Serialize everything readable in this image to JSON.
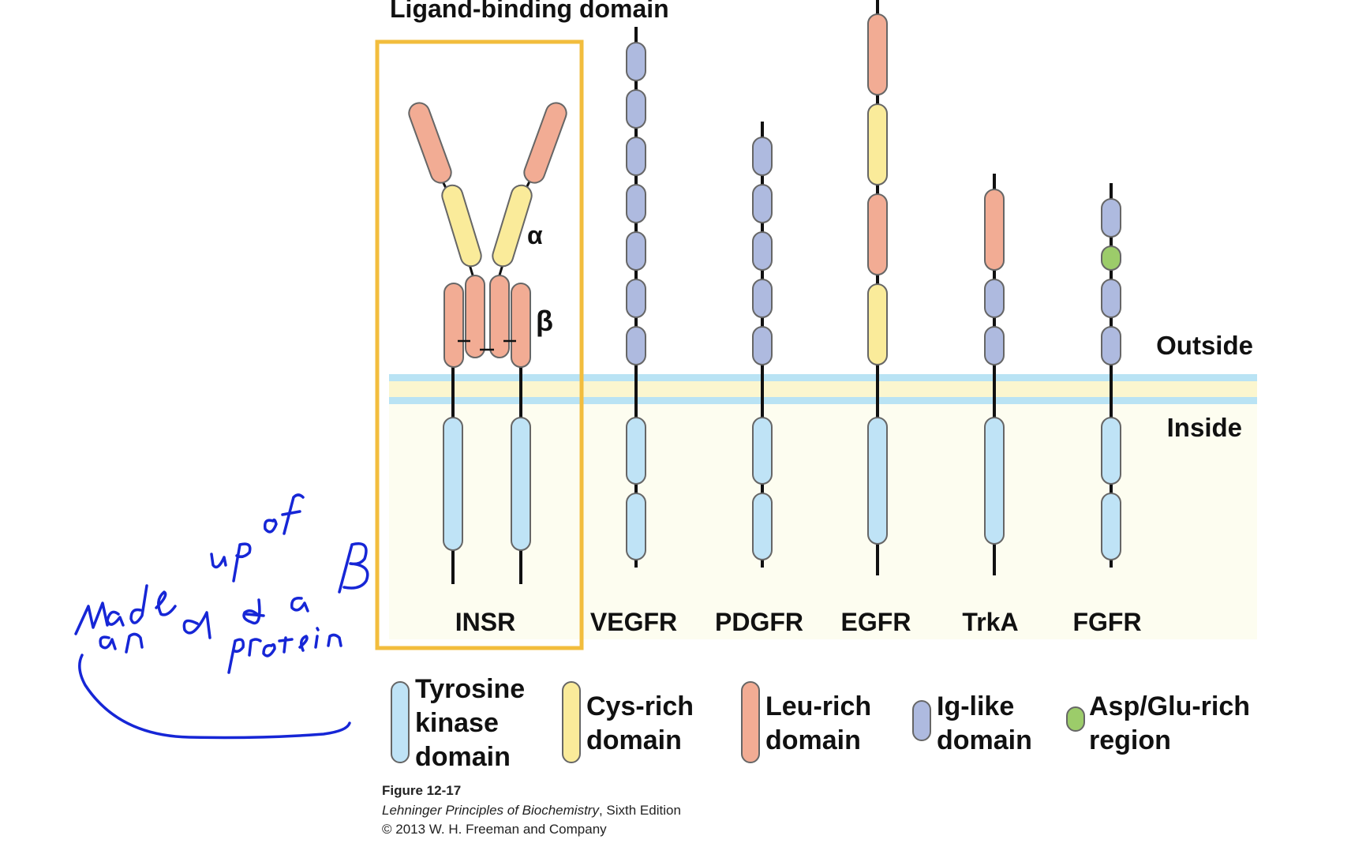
{
  "title": "Ligand-binding domain",
  "membrane": {
    "outside_label": "Outside",
    "inside_label": "Inside"
  },
  "insr": {
    "name": "INSR",
    "alpha_label": "α",
    "beta_label": "β"
  },
  "receptors": [
    {
      "name": "VEGFR",
      "extracellular": [
        "Ig-like",
        "Ig-like",
        "Ig-like",
        "Ig-like",
        "Ig-like",
        "Ig-like",
        "Ig-like"
      ],
      "kinase_segments": 2
    },
    {
      "name": "PDGFR",
      "extracellular": [
        "Ig-like",
        "Ig-like",
        "Ig-like",
        "Ig-like",
        "Ig-like"
      ],
      "kinase_segments": 2
    },
    {
      "name": "EGFR",
      "extracellular": [
        "Leu-rich",
        "Cys-rich",
        "Leu-rich",
        "Cys-rich"
      ],
      "kinase_segments": 1
    },
    {
      "name": "TrkA",
      "extracellular": [
        "Leu-rich",
        "Ig-like",
        "Ig-like"
      ],
      "kinase_segments": 1
    },
    {
      "name": "FGFR",
      "extracellular": [
        "Ig-like",
        "Asp/Glu-rich",
        "Ig-like",
        "Ig-like"
      ],
      "kinase_segments": 2
    }
  ],
  "legend": [
    {
      "label": "Tyrosine kinase domain",
      "lines": [
        "Tyrosine",
        "kinase",
        "domain"
      ],
      "color": "#bfe3f6"
    },
    {
      "label": "Cys-rich domain",
      "lines": [
        "Cys-rich",
        "domain"
      ],
      "color": "#faeb9a"
    },
    {
      "label": "Leu-rich domain",
      "lines": [
        "Leu-rich",
        "domain"
      ],
      "color": "#f2ac94"
    },
    {
      "label": "Ig-like domain",
      "lines": [
        "Ig-like",
        "domain"
      ],
      "color": "#aebadf"
    },
    {
      "label": "Asp/Glu-rich region",
      "lines": [
        "Asp/Glu-rich",
        "region"
      ],
      "color": "#9ccc6a"
    }
  ],
  "colors": {
    "highlight_box": "#f2bd3d",
    "membrane_blue": "#b9e3f4",
    "membrane_yellow": "#fbf6cf",
    "cytoplasm": "#fdfdf0",
    "annotation_ink": "#1626d6"
  },
  "caption": {
    "figure": "Figure 12-17",
    "book": "Lehninger Principles of Biochemistry",
    "edition": ", Sixth Edition",
    "copyright": "© 2013 W. H. Freeman and Company"
  },
  "handwritten_note": "made up of an α & a β protein"
}
